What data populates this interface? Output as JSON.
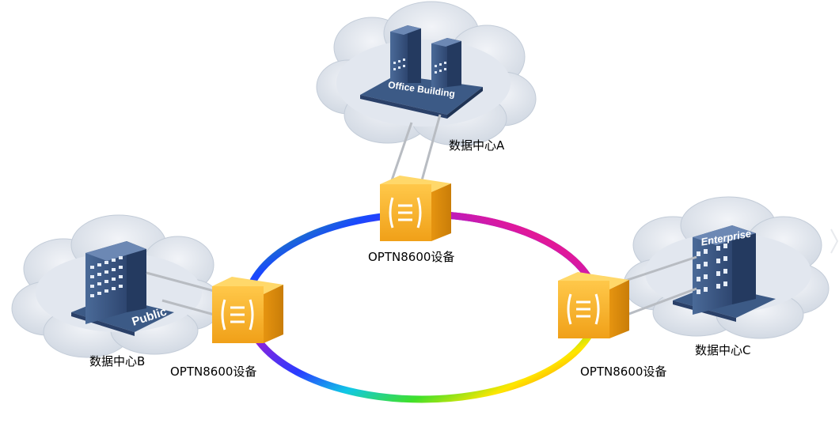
{
  "sites": {
    "a": {
      "name": "数据中心A",
      "building_label": "Office Building"
    },
    "b": {
      "name": "数据中心B",
      "building_label": "Public"
    },
    "c": {
      "name": "数据中心C",
      "building_label": "Enterprise"
    }
  },
  "devices": {
    "top": {
      "label": "OPTN8600设备"
    },
    "left": {
      "label": "OPTN8600设备"
    },
    "right": {
      "label": "OPTN8600设备"
    }
  },
  "colors": {
    "cloud_fill": "#dde3ec",
    "cloud_edge": "#c3ccd8",
    "device_fill": "#f5b026",
    "device_dark": "#d98a0e",
    "building_blue": "#3c5a86",
    "link_gray": "#b8bcc2"
  }
}
